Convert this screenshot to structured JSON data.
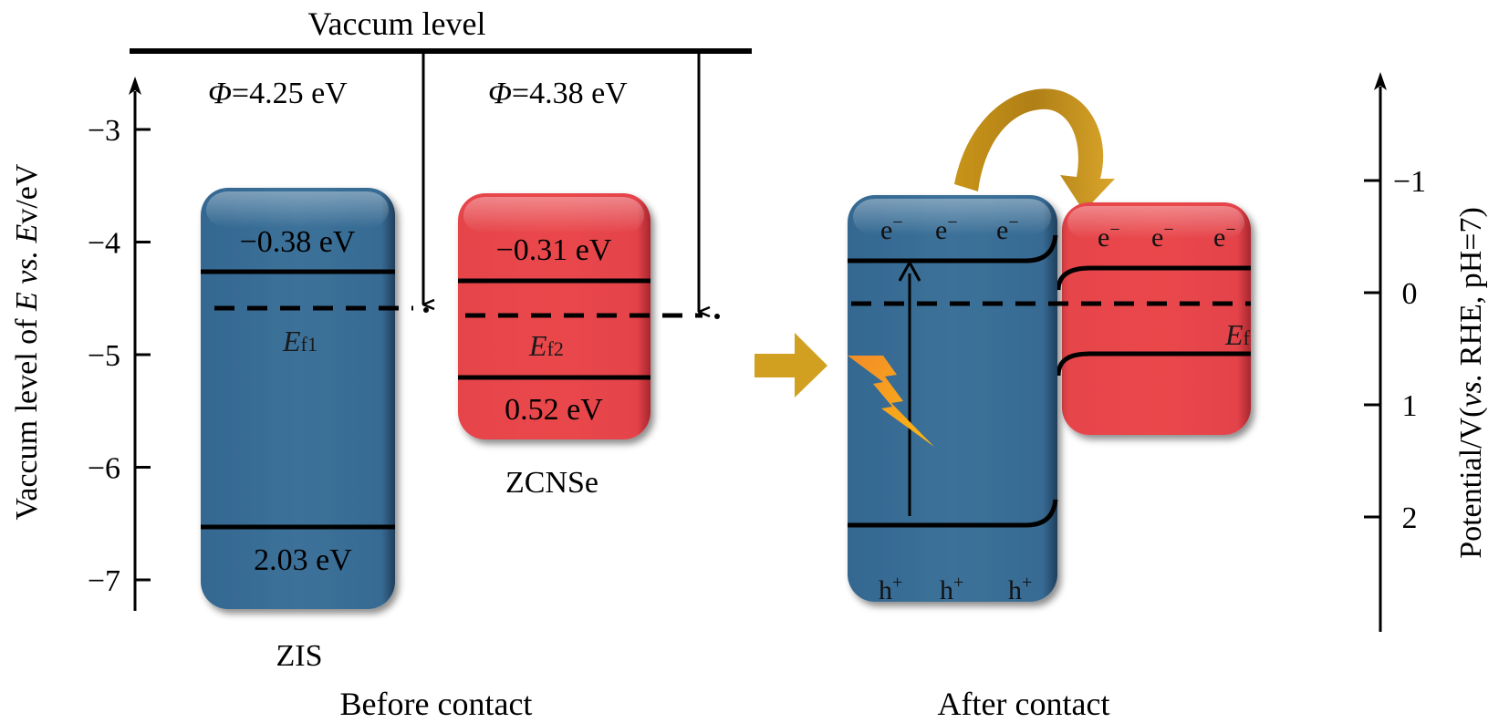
{
  "figure": {
    "vacuum_label": "Vaccum level",
    "left_axis": {
      "label_parts": [
        "Vaccum level of ",
        "E",
        " vs. ",
        "E",
        "v/eV"
      ],
      "ticks": [
        "−3",
        "−4",
        "−5",
        "−6",
        "−7"
      ],
      "tick_values": [
        -3,
        -4,
        -5,
        -6,
        -7
      ]
    },
    "right_axis": {
      "label_parts": [
        "Potential/V(",
        "vs.",
        " RHE, pH=7)"
      ],
      "ticks": [
        "−1",
        "0",
        "1",
        "2"
      ],
      "tick_values": [
        -1,
        0,
        1,
        2
      ]
    },
    "work_functions": [
      {
        "label": "=4.25 eV",
        "symbol": "Φ",
        "value_eV": 4.25
      },
      {
        "label": "=4.38 eV",
        "symbol": "Φ",
        "value_eV": 4.38
      }
    ],
    "before": {
      "caption": "Before contact",
      "zis": {
        "name": "ZIS",
        "cb_label": "−0.38 eV",
        "vb_label": "2.03 eV",
        "fermi_label_main": "E",
        "fermi_label_sub": "f1",
        "color": "#3a6f96"
      },
      "zcnse": {
        "name": "ZCNSe",
        "cb_label": "−0.31 eV",
        "vb_label": "0.52 eV",
        "fermi_label_main": "E",
        "fermi_label_sub": "f2",
        "color": "#e8464a"
      }
    },
    "after": {
      "caption": "After contact",
      "electrons_left": [
        "e",
        "e",
        "e"
      ],
      "electrons_right": [
        "e",
        "e",
        "e"
      ],
      "electron_charge": "−",
      "holes": [
        "h",
        "h",
        "h"
      ],
      "hole_charge": "+",
      "fermi_label_main": "E",
      "fermi_label_sub": "f"
    },
    "colors": {
      "blue": "#3a6f96",
      "red": "#e8464a",
      "gold": "#d2a020",
      "lightning": "#f5a623"
    }
  }
}
